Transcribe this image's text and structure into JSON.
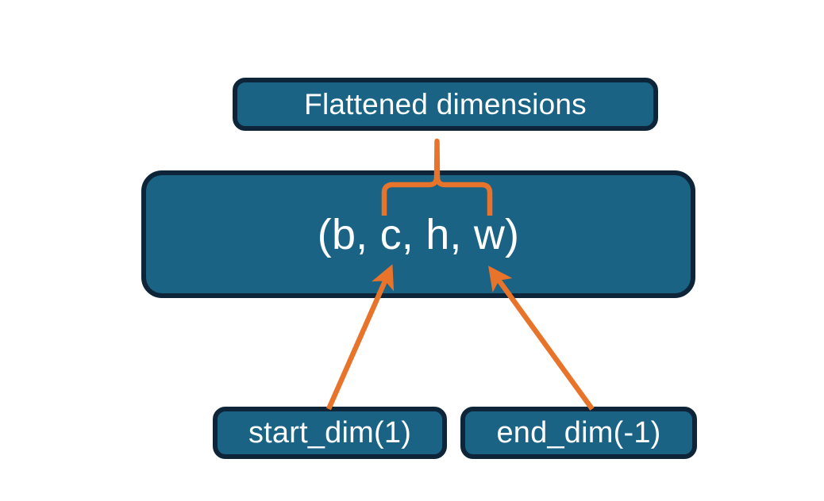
{
  "diagram": {
    "title": "Flatten operation dimensions diagram",
    "background_color": "#ffffff",
    "node_fill_color": "#1a6384",
    "node_border_color": "#0e2438",
    "node_text_color": "#ffffff",
    "connector_color": "#e8742c"
  },
  "nodes": {
    "flattened": {
      "label": "Flattened dimensions"
    },
    "shape": {
      "label": "(b, c, h, w)"
    },
    "start_dim": {
      "label": "start_dim(1)"
    },
    "end_dim": {
      "label": "end_dim(-1)"
    }
  },
  "connectors": {
    "brace": {
      "name": "curly-brace-over-flattened-dims",
      "points_to": "Flattened dimensions",
      "spans": "c, h, w"
    },
    "arrow_start_dim": {
      "name": "arrow-start-dim-to-c",
      "from": "start_dim(1)",
      "to": "c"
    },
    "arrow_end_dim": {
      "name": "arrow-end-dim-to-w",
      "from": "end_dim(-1)",
      "to": "w"
    }
  }
}
